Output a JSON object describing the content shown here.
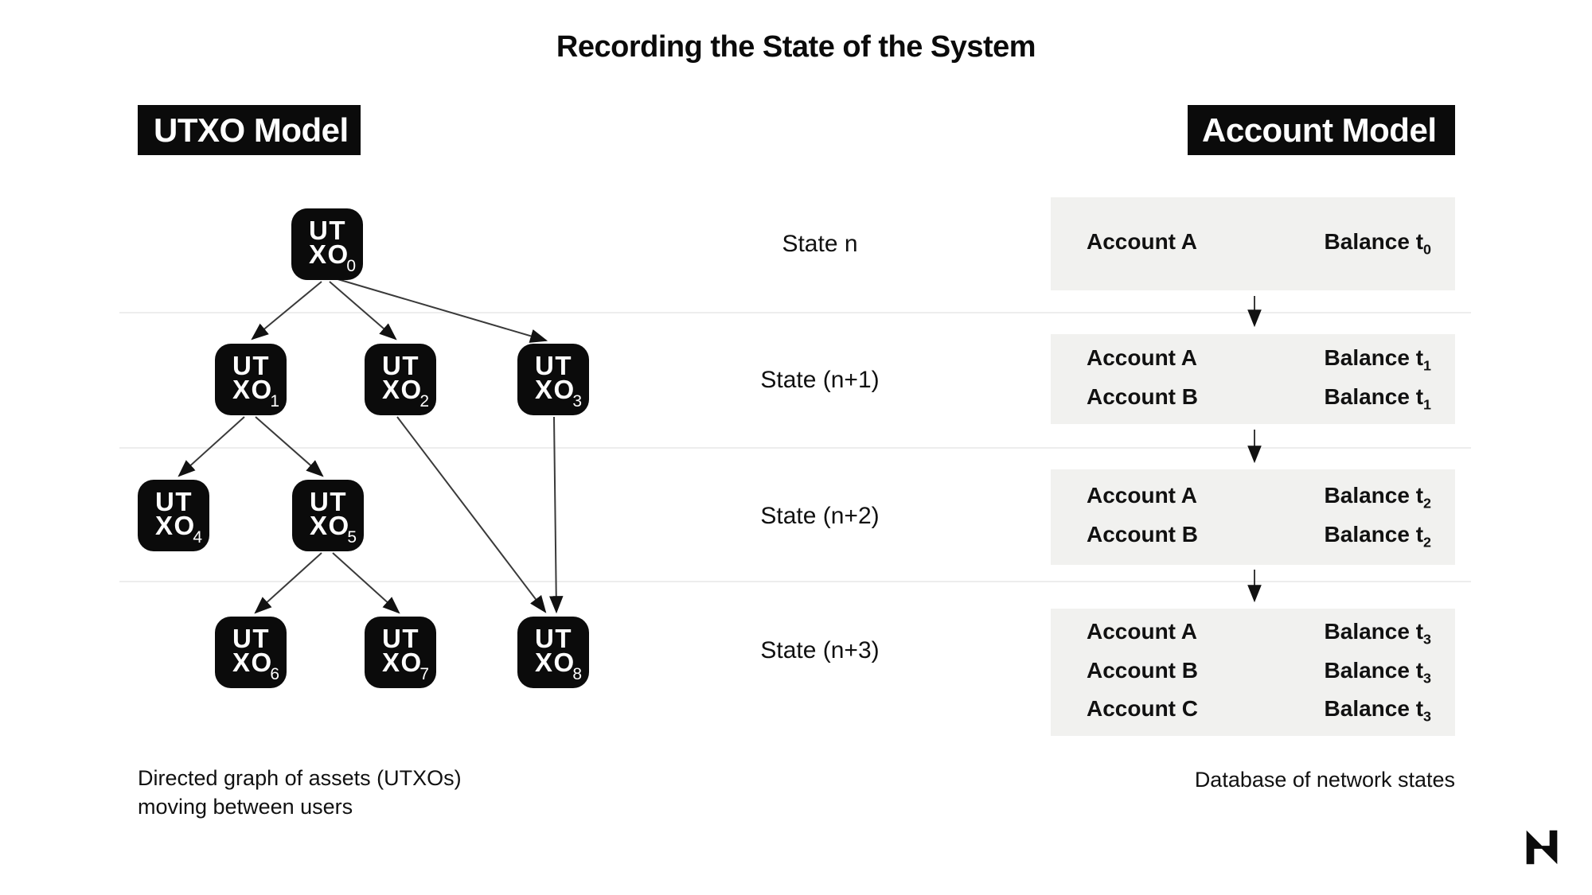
{
  "title": "Recording the State of the System",
  "utxo_model": {
    "header": "UTXO Model",
    "node_line1": "UT",
    "node_line2": "XO",
    "nodes": [
      {
        "sub": "0"
      },
      {
        "sub": "1"
      },
      {
        "sub": "2"
      },
      {
        "sub": "3"
      },
      {
        "sub": "4"
      },
      {
        "sub": "5"
      },
      {
        "sub": "6"
      },
      {
        "sub": "7"
      },
      {
        "sub": "8"
      }
    ],
    "edges": [
      {
        "from": "0",
        "to": "1"
      },
      {
        "from": "0",
        "to": "2"
      },
      {
        "from": "0",
        "to": "3"
      },
      {
        "from": "1",
        "to": "4"
      },
      {
        "from": "1",
        "to": "5"
      },
      {
        "from": "2",
        "to": "8"
      },
      {
        "from": "3",
        "to": "8"
      },
      {
        "from": "5",
        "to": "6"
      },
      {
        "from": "5",
        "to": "7"
      }
    ],
    "caption_line1": "Directed graph of assets (UTXOs)",
    "caption_line2": "moving between users"
  },
  "states": [
    {
      "label": "State n"
    },
    {
      "label": "State (n+1)"
    },
    {
      "label": "State (n+2)"
    },
    {
      "label": "State (n+3)"
    }
  ],
  "account_model": {
    "header": "Account Model",
    "caption": "Database of network states",
    "rows": [
      {
        "entries": [
          {
            "account": "Account A",
            "balance": "Balance t",
            "sub": "0"
          }
        ]
      },
      {
        "entries": [
          {
            "account": "Account A",
            "balance": "Balance t",
            "sub": "1"
          },
          {
            "account": "Account B",
            "balance": "Balance t",
            "sub": "1"
          }
        ]
      },
      {
        "entries": [
          {
            "account": "Account A",
            "balance": "Balance t",
            "sub": "2"
          },
          {
            "account": "Account B",
            "balance": "Balance t",
            "sub": "2"
          }
        ]
      },
      {
        "entries": [
          {
            "account": "Account A",
            "balance": "Balance t",
            "sub": "3"
          },
          {
            "account": "Account B",
            "balance": "Balance t",
            "sub": "3"
          },
          {
            "account": "Account C",
            "balance": "Balance t",
            "sub": "3"
          }
        ]
      }
    ]
  },
  "colors": {
    "accent_black": "#0b0b0b",
    "panel_gray": "#f1f1ef",
    "separator_gray": "#ededed",
    "arrow": "#3a3a3a"
  },
  "logo_icon": "n-logo"
}
